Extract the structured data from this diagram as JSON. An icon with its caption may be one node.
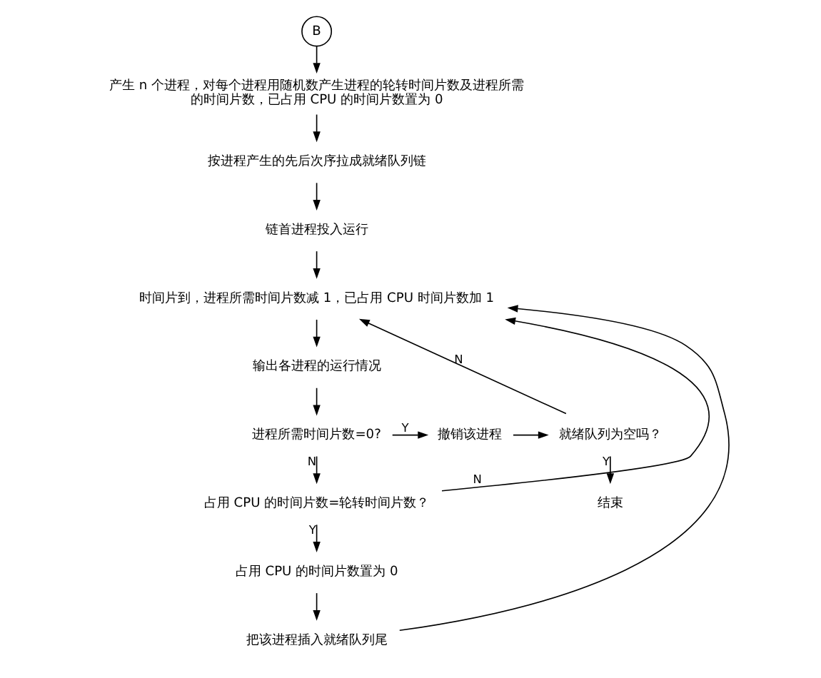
{
  "diagram": {
    "nodes": [
      {
        "text": [
          "B"
        ]
      },
      {
        "text": [
          "产生 n 个进程，对每个进程用随机数产生进程的轮转时间片数及进程所需的时间片数，已占用 CPU 的时间片数置为 0"
        ]
      },
      {
        "text": [
          "按进程产生的先后次序拉成就绪队列链"
        ]
      },
      {
        "text": [
          "链首进程投入运行"
        ]
      },
      {
        "text": [
          "时间片到，进程所需时间片数减 1，已占用 CPU 时间片数加 1"
        ]
      },
      {
        "text": [
          "输出各进程的运行情况"
        ]
      },
      {
        "text": [
          "进程所需时间片数=0?"
        ]
      },
      {
        "text": [
          "撤销该进程"
        ]
      },
      {
        "text": [
          "就绪队列为空吗？"
        ]
      },
      {
        "text": [
          "结束"
        ]
      },
      {
        "text": [
          "占用 CPU 的时间片数=轮转时间片数？"
        ]
      },
      {
        "text": [
          "占用 CPU 的时间片数置为 0"
        ]
      },
      {
        "text": [
          "把该进程插入就绪队列尾"
        ]
      }
    ],
    "edges": [
      {
        "from": 0,
        "to": 1,
        "arrow": "to"
      },
      {
        "from": 1,
        "to": 2,
        "arrow": "to"
      },
      {
        "from": 2,
        "to": 3,
        "arrow": "to"
      },
      {
        "from": 3,
        "to": 4,
        "arrow": "to"
      },
      {
        "from": 4,
        "to": 5,
        "arrow": "to"
      },
      {
        "from": 5,
        "to": 6,
        "arrow": "to"
      },
      {
        "from": 6,
        "to": 7,
        "arrow": "to",
        "label": "Y"
      },
      {
        "from": 7,
        "to": 8,
        "arrow": "to"
      },
      {
        "from": 8,
        "to": 9,
        "arrow": "to",
        "label": "Y"
      },
      {
        "from": 8,
        "to": 4,
        "arrow": "to",
        "label": "N"
      },
      {
        "from": 6,
        "to": 10,
        "arrow": "to",
        "label": "N"
      },
      {
        "from": 10,
        "to": 11,
        "arrow": "to",
        "label": "Y"
      },
      {
        "from": 10,
        "to": 4,
        "arrow": "to",
        "label": "N"
      },
      {
        "from": 11,
        "to": 12,
        "arrow": "to"
      },
      {
        "from": 12,
        "to": 4,
        "arrow": "to"
      }
    ]
  }
}
